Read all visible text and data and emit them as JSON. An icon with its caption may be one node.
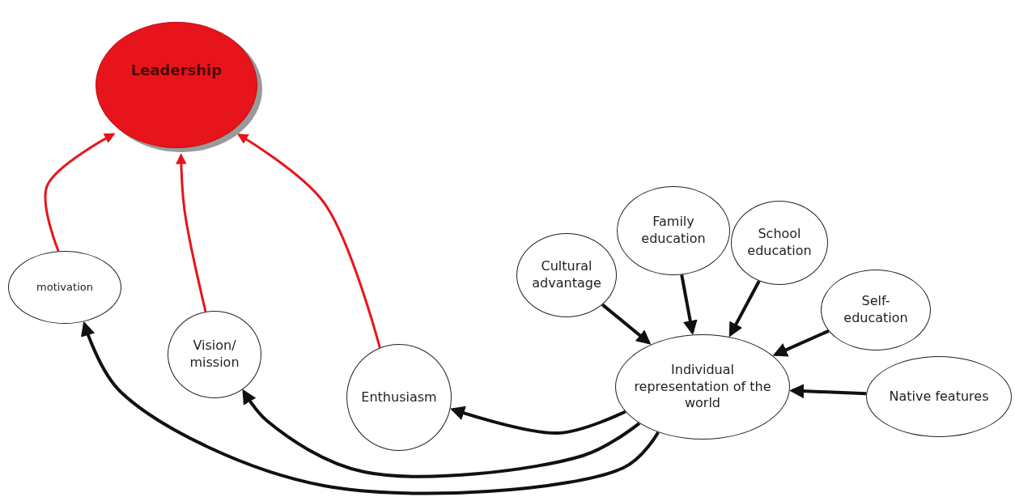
{
  "diagram": {
    "nodes": [
      {
        "text": [
          "Leadership"
        ]
      },
      {
        "text": [
          "motivation"
        ]
      },
      {
        "text": [
          "Vision/ mission"
        ]
      },
      {
        "text": [
          "Enthusiasm"
        ]
      },
      {
        "text": [
          "Cultural advantage"
        ]
      },
      {
        "text": [
          "Family education"
        ]
      },
      {
        "text": [
          "School education"
        ]
      },
      {
        "text": [
          "Self- education"
        ]
      },
      {
        "text": [
          "Native features"
        ]
      },
      {
        "text": [
          "Individual representation of the world"
        ]
      }
    ],
    "edges": [
      {
        "from": 1,
        "to": 0,
        "arrow": "to",
        "color": "#e8141b"
      },
      {
        "from": 2,
        "to": 0,
        "arrow": "to",
        "color": "#e8141b"
      },
      {
        "from": 3,
        "to": 0,
        "arrow": "to",
        "color": "#e8141b"
      },
      {
        "from": 4,
        "to": 9,
        "arrow": "to"
      },
      {
        "from": 5,
        "to": 9,
        "arrow": "to"
      },
      {
        "from": 6,
        "to": 9,
        "arrow": "to"
      },
      {
        "from": 7,
        "to": 9,
        "arrow": "to"
      },
      {
        "from": 8,
        "to": 9,
        "arrow": "to"
      },
      {
        "from": 9,
        "to": 3,
        "arrow": "to"
      },
      {
        "from": 9,
        "to": 2,
        "arrow": "to"
      },
      {
        "from": 9,
        "to": 1,
        "arrow": "to"
      }
    ]
  }
}
